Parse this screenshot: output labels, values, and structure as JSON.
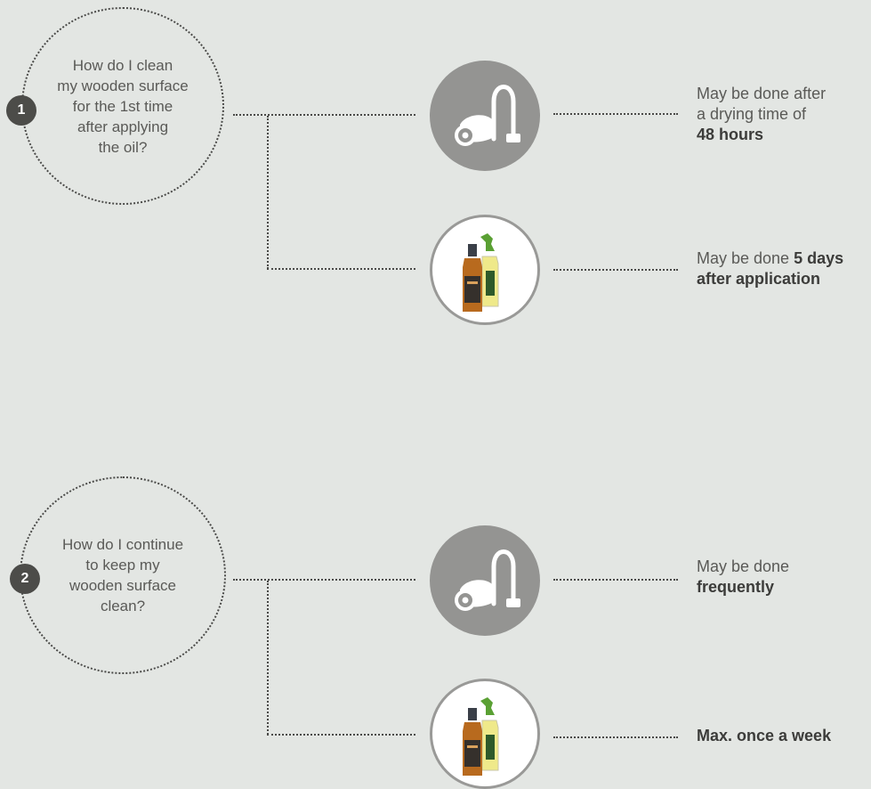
{
  "questions": [
    {
      "number": "1",
      "lines": [
        "How do I clean",
        "my wooden surface",
        "for the 1st time",
        "after applying",
        "the oil?"
      ],
      "answers": [
        {
          "icon": "vacuum-cleaner-icon",
          "pre": "May be done after",
          "pre2": "a drying time of",
          "bold": "48 hours",
          "bold2": ""
        },
        {
          "icon": "cleaning-products-icon",
          "pre": "May be done",
          "pre2": "",
          "bold": "5 days",
          "bold2": "after application"
        }
      ]
    },
    {
      "number": "2",
      "lines": [
        "How do I continue",
        "to keep my",
        "wooden surface",
        "clean?"
      ],
      "answers": [
        {
          "icon": "vacuum-cleaner-icon",
          "pre": "May be done",
          "pre2": "",
          "bold": "frequently",
          "bold2": ""
        },
        {
          "icon": "cleaning-products-icon",
          "pre": "",
          "pre2": "",
          "bold": "Max. once a week",
          "bold2": ""
        }
      ]
    }
  ],
  "colors": {
    "background": "#e3e6e3",
    "dark": "#4a4a48",
    "vacuum_circle": "#949492",
    "bottle_circle_border": "#999997"
  }
}
